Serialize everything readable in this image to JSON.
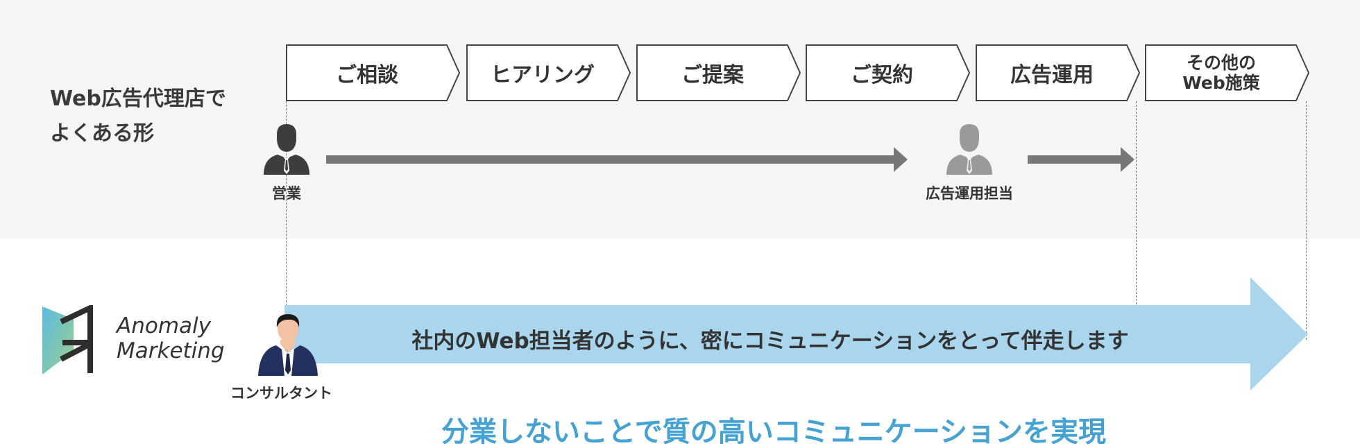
{
  "agency_label": {
    "line1": "Web広告代理店で",
    "line2": "よくある形"
  },
  "steps": [
    {
      "line1": "ご相談"
    },
    {
      "line1": "ヒアリング"
    },
    {
      "line1": "ご提案"
    },
    {
      "line1": "ご契約"
    },
    {
      "line1": "広告運用"
    },
    {
      "line1": "その他の",
      "line2": "Web施策"
    }
  ],
  "roles": {
    "sales": "営業",
    "ad_ops": "広告運用担当",
    "consultant": "コンサルタント"
  },
  "brand": {
    "line1": "Anomaly",
    "line2": "Marketing"
  },
  "big_arrow_text": "社内のWeb担当者のように、密にコミュニケーションをとって伴走します",
  "bottom_message": "分業しないことで質の高いコミュニケーションを実現",
  "colors": {
    "top_band": "#f5f5f5",
    "flow_arrow": "#777777",
    "sales_icon": "#3d3d3d",
    "ad_ops_icon": "#9a9a9a",
    "big_arrow": "#a9d6ec",
    "bottom_message": "#45a2d3",
    "suit": "#24305e"
  }
}
